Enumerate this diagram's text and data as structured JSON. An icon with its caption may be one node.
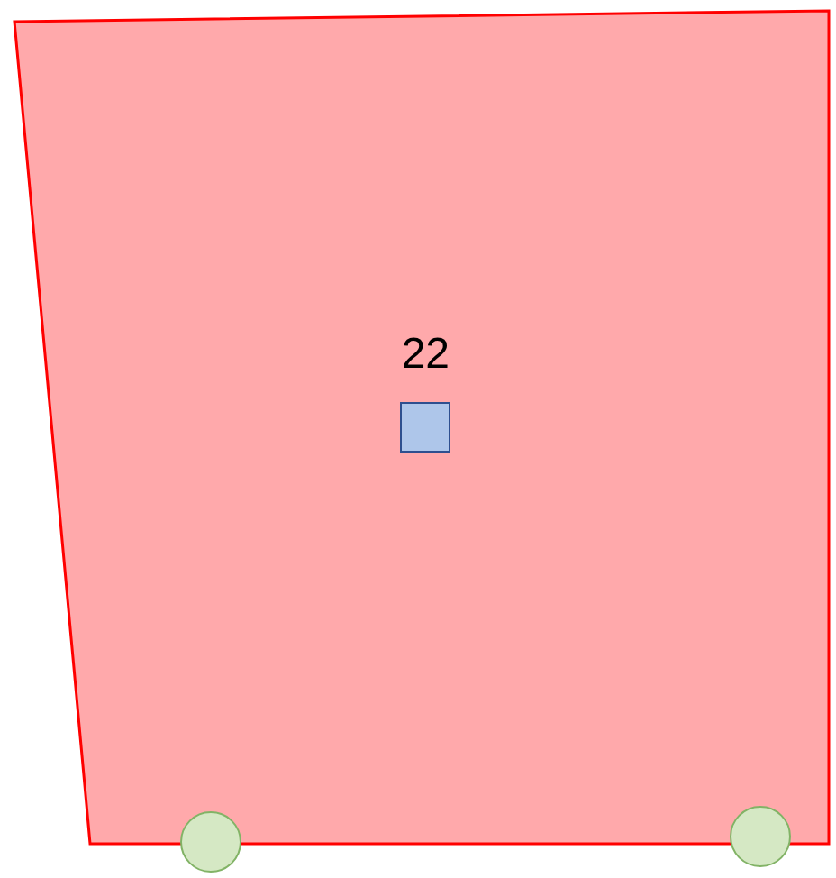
{
  "diagram": {
    "nodes": [
      {
        "text": [],
        "shape": "box"
      },
      {
        "text": [
          "22"
        ],
        "in": 0
      },
      {
        "text": [],
        "shape": "circle"
      },
      {
        "text": [],
        "shape": "circle"
      }
    ]
  }
}
